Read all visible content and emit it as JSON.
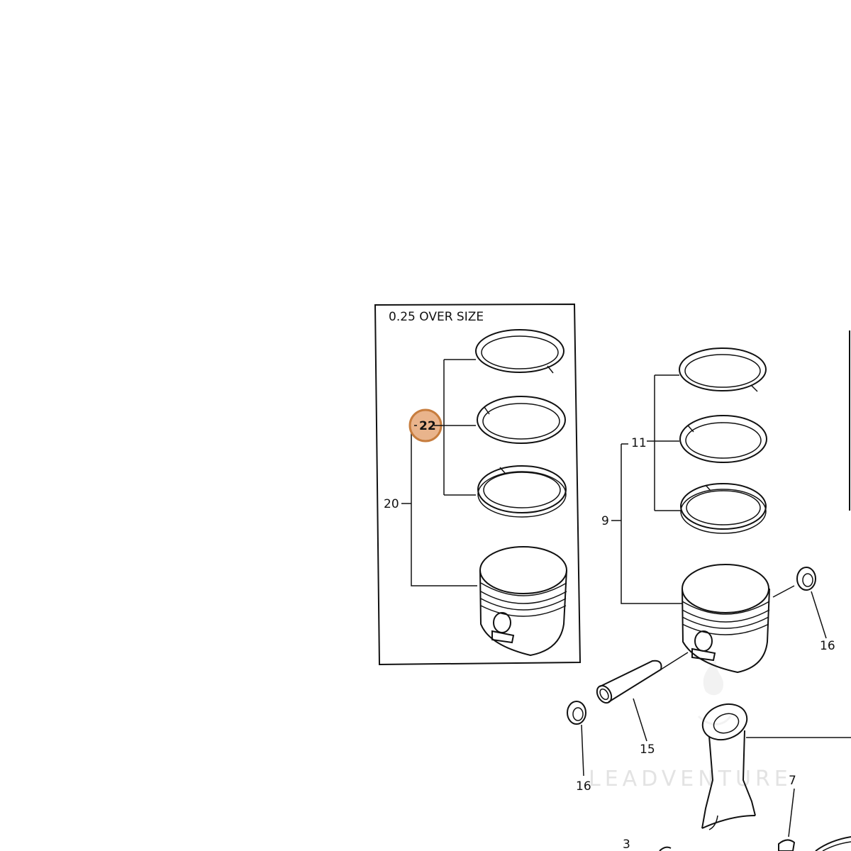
{
  "inset": {
    "title": "0.25 OVER SIZE"
  },
  "callouts": {
    "c22": "22",
    "c20": "20",
    "c11": "11",
    "c9": "9",
    "c16a": "16",
    "c16b": "16",
    "c15": "15",
    "c7": "7",
    "c3": "3"
  },
  "watermark": {
    "text": "LEADVENTURE"
  },
  "colors": {
    "highlight_fill": "#e9b48c",
    "highlight_stroke": "#c77d3e",
    "ink": "#111111"
  }
}
